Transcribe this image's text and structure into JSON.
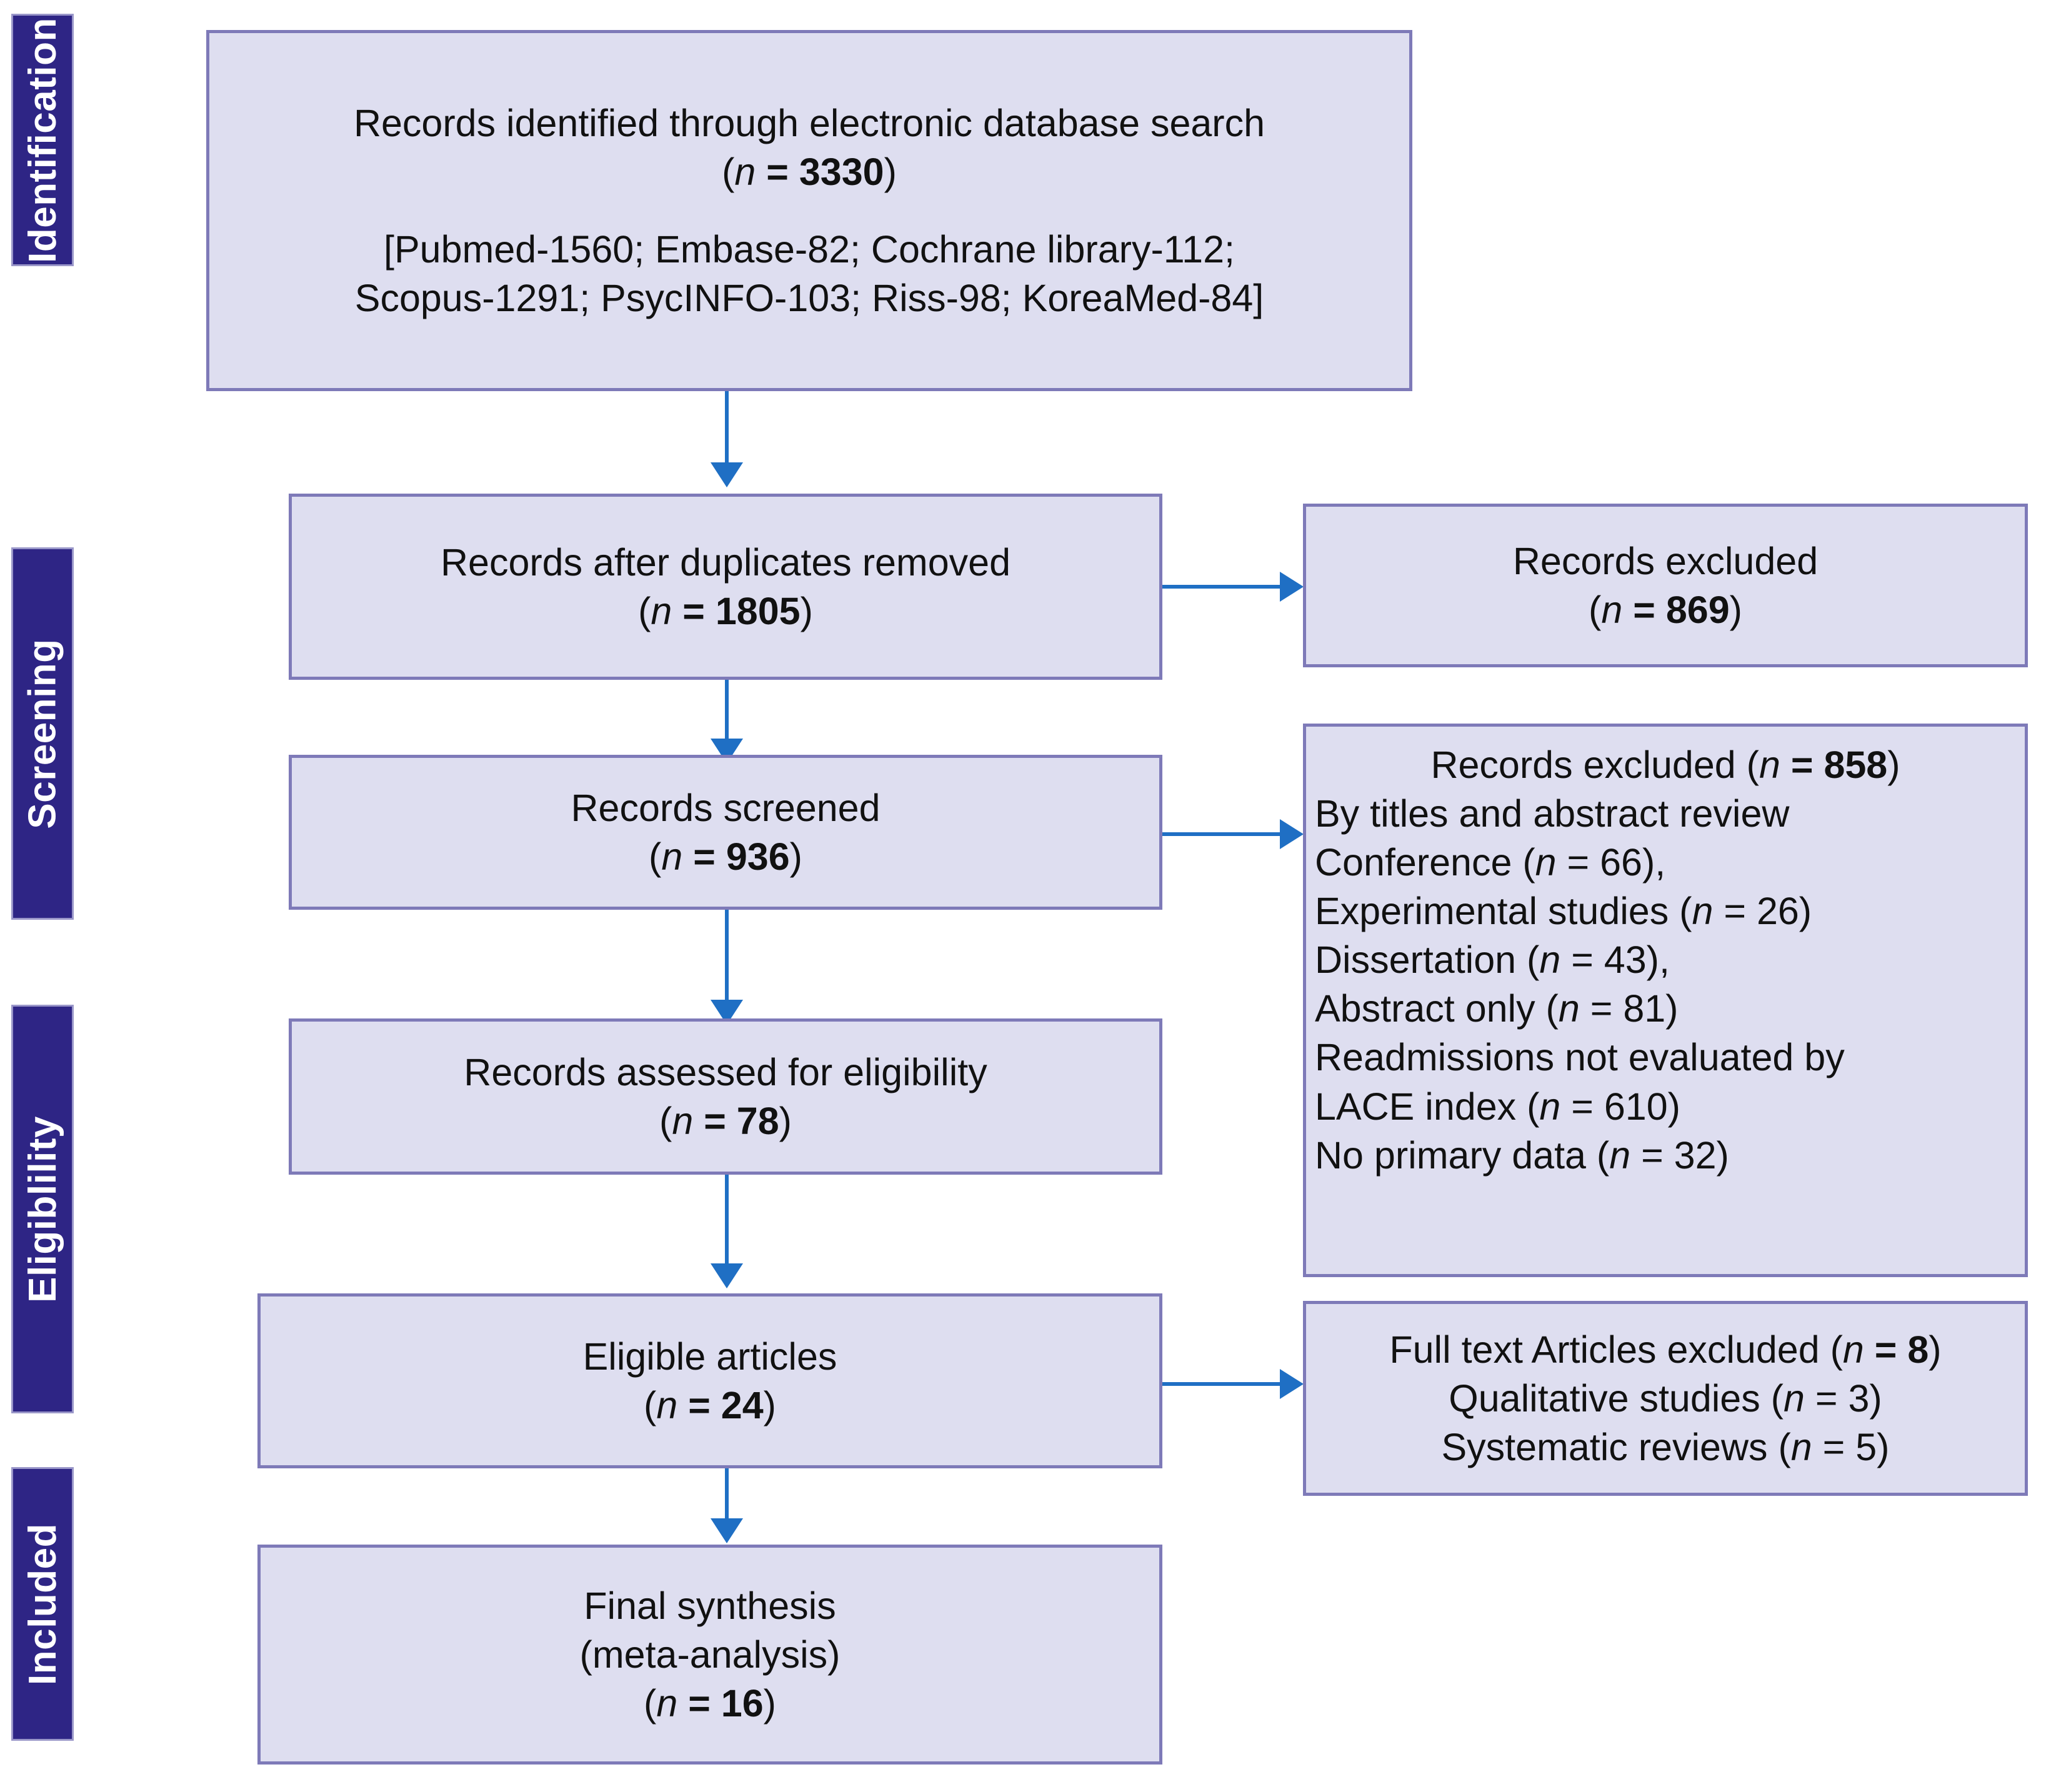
{
  "diagram": {
    "title": "PRISMA flow diagram",
    "colors": {
      "stage_bar_fill": "#2e2585",
      "stage_bar_border": "#9a97c9",
      "box_fill": "#dedef0",
      "box_border": "#7e7ab8",
      "arrow": "#1f6fc4",
      "text": "#111111",
      "stage_label_text": "#ffffff"
    }
  },
  "stages": [
    {
      "id": "identification",
      "label": "Identification"
    },
    {
      "id": "screening",
      "label": "Screening"
    },
    {
      "id": "eligibility",
      "label": "Eligiblility"
    },
    {
      "id": "included",
      "label": "Included"
    }
  ],
  "boxes": {
    "identified": {
      "line1": "Records identified through electronic database search",
      "line2_prefix": "(",
      "line2_italic": "n",
      "line2_eq": " = ",
      "line2_value": "3330",
      "line2_suffix": ")",
      "sources_line1": "[Pubmed-1560; Embase-82; Cochrane library-112;",
      "sources_line2": "Scopus-1291; PsycINFO-103; Riss-98; KoreaMed-84]"
    },
    "duplicates_removed": {
      "line1": "Records after duplicates removed",
      "n_label": "n",
      "n_eq": " = ",
      "n_value": "1805"
    },
    "records_excluded_1": {
      "line1": "Records  excluded",
      "n_label": "n",
      "n_eq": " = ",
      "n_value": "869"
    },
    "records_screened": {
      "line1": "Records screened",
      "n_label": "n",
      "n_eq": " = ",
      "n_value": "936"
    },
    "records_excluded_2": {
      "header_prefix": "Records  excluded (",
      "header_italic": "n",
      "header_eq": " = ",
      "header_value": "858",
      "header_suffix": ")",
      "reasons": [
        "By titles and abstract review",
        "Conference (n = 66),",
        "Experimental studies (n = 26)",
        "Dissertation (n = 43),",
        "Abstract only (n = 81)",
        "Readmissions not evaluated by",
        "LACE index (n = 610)",
        "No primary data (n = 32)"
      ]
    },
    "assessed_eligibility": {
      "line1": "Records assessed for eligibility",
      "n_label": "n",
      "n_eq": " = ",
      "n_value": "78"
    },
    "eligible_articles": {
      "line1": "Eligible articles",
      "n_label": "n",
      "n_eq": " = ",
      "n_value": "24"
    },
    "fulltext_excluded": {
      "header_prefix": "Full text Articles excluded (",
      "header_italic": "n",
      "header_eq": " = ",
      "header_value": "8",
      "header_suffix": ")",
      "reason1": "Qualitative studies (n =  3)",
      "reason2": "Systematic reviews (n = 5)"
    },
    "final_synthesis": {
      "line1": "Final  synthesis",
      "line2": "(meta-analysis)",
      "n_label": "n",
      "n_eq": " = ",
      "n_value": "16"
    }
  },
  "flow_data": {
    "type": "prisma",
    "identified_total": 3330,
    "sources": [
      {
        "name": "Pubmed",
        "count": 1560
      },
      {
        "name": "Embase",
        "count": 82
      },
      {
        "name": "Cochrane library",
        "count": 112
      },
      {
        "name": "Scopus",
        "count": 1291
      },
      {
        "name": "PsycINFO",
        "count": 103
      },
      {
        "name": "Riss",
        "count": 98
      },
      {
        "name": "KoreaMed",
        "count": 84
      }
    ],
    "after_duplicates": 1805,
    "excluded_duplicates_stage": 869,
    "screened": 936,
    "excluded_screening_total": 858,
    "excluded_screening_reasons": [
      {
        "reason": "Conference",
        "count": 66
      },
      {
        "reason": "Experimental studies",
        "count": 26
      },
      {
        "reason": "Dissertation",
        "count": 43
      },
      {
        "reason": "Abstract only",
        "count": 81
      },
      {
        "reason": "Readmissions not evaluated by LACE index",
        "count": 610
      },
      {
        "reason": "No primary data",
        "count": 32
      }
    ],
    "assessed_for_eligibility": 78,
    "eligible_articles": 24,
    "fulltext_excluded_total": 8,
    "fulltext_excluded_reasons": [
      {
        "reason": "Qualitative studies",
        "count": 3
      },
      {
        "reason": "Systematic reviews",
        "count": 5
      }
    ],
    "final_synthesis": 16
  }
}
